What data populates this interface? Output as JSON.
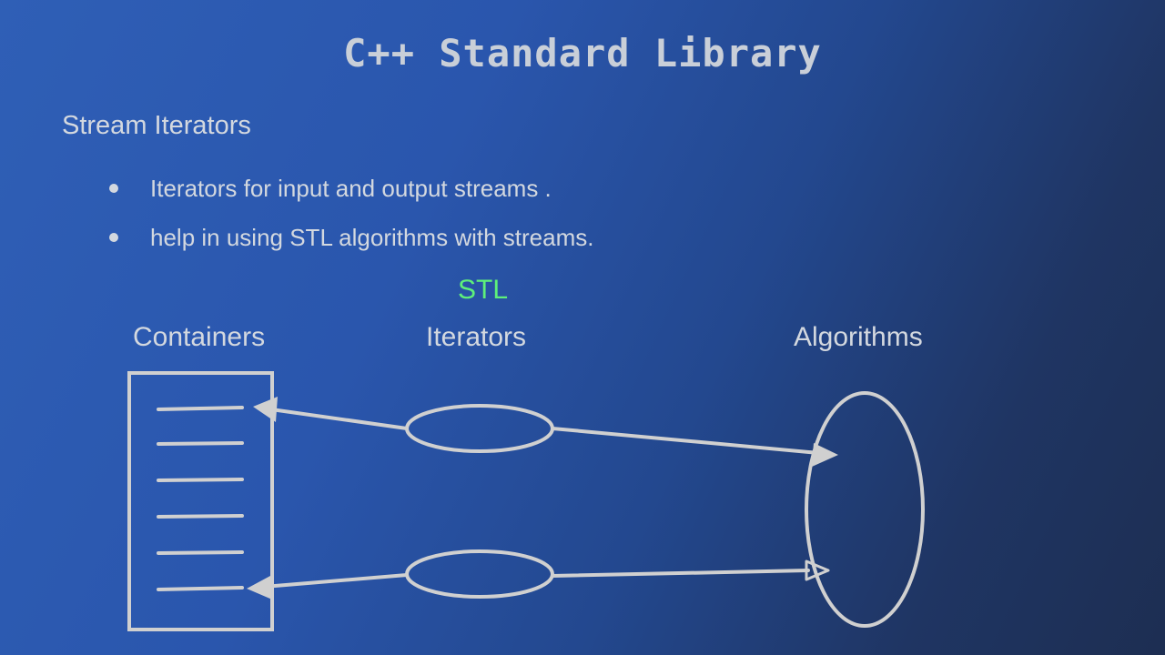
{
  "slide": {
    "title": "C++ Standard Library",
    "subtitle": "Stream Iterators",
    "bullets": [
      "Iterators for input and output streams .",
      "help in using STL algorithms with streams."
    ]
  },
  "diagram": {
    "heading": "STL",
    "labels": {
      "containers": "Containers",
      "iterators": "Iterators",
      "algorithms": "Algorithms"
    },
    "colors": {
      "heading": "#5ef07a",
      "stroke": "#d0d0d0",
      "text": "#d3d8df"
    }
  }
}
